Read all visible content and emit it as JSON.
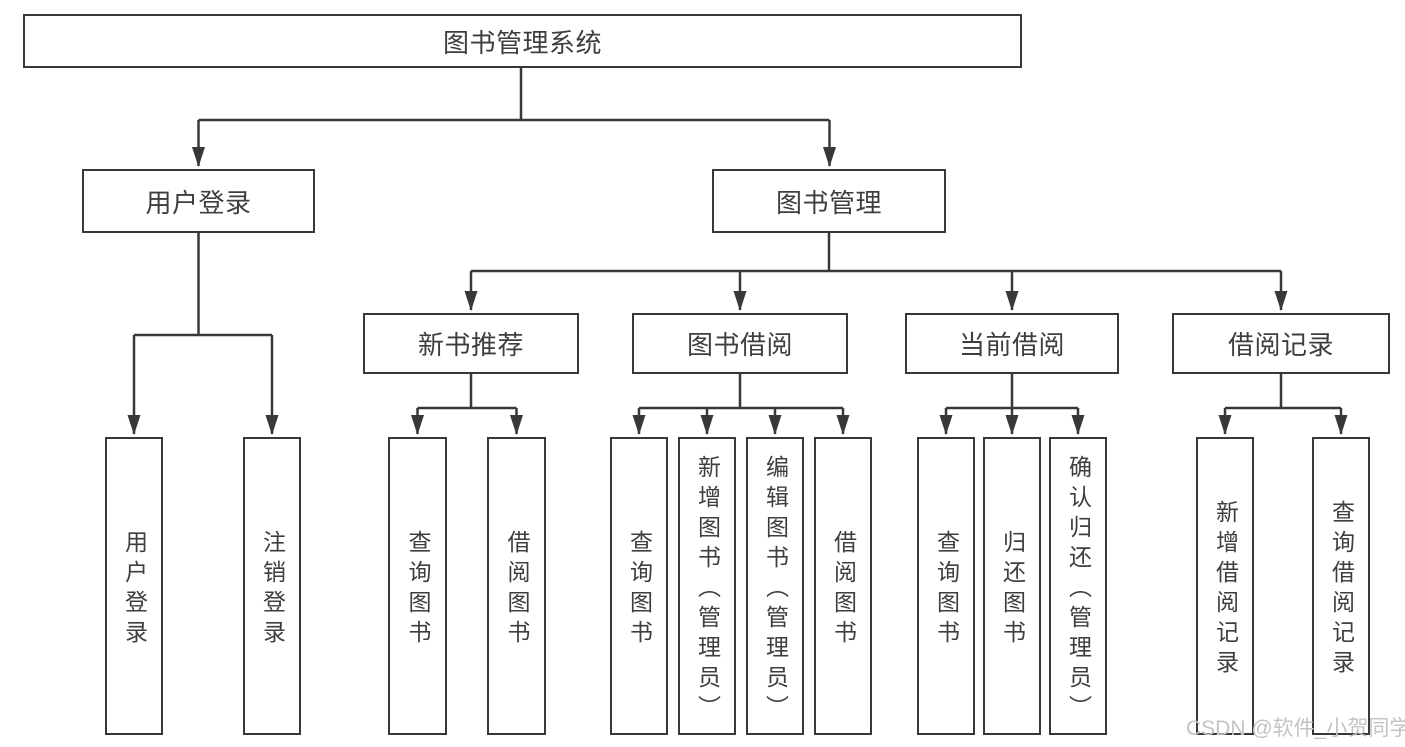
{
  "diagram": {
    "watermark": "CSDN @软件_小贺同学",
    "colors": {
      "line": "#383838",
      "text": "#3e3e3e",
      "watermark": "#c4c4c4",
      "background": "#ffffff"
    },
    "tree": {
      "root": {
        "label": "图书管理系统",
        "children": [
          {
            "label": "用户登录",
            "children": [
              {
                "label": "用户登录"
              },
              {
                "label": "注销登录"
              }
            ]
          },
          {
            "label": "图书管理",
            "children": [
              {
                "label": "新书推荐",
                "children": [
                  {
                    "label": "查询图书"
                  },
                  {
                    "label": "借阅图书"
                  }
                ]
              },
              {
                "label": "图书借阅",
                "children": [
                  {
                    "label": "查询图书"
                  },
                  {
                    "label": "新增图书（管理员）"
                  },
                  {
                    "label": "编辑图书（管理员）"
                  },
                  {
                    "label": "借阅图书"
                  }
                ]
              },
              {
                "label": "当前借阅",
                "children": [
                  {
                    "label": "查询图书"
                  },
                  {
                    "label": "归还图书"
                  },
                  {
                    "label": "确认归还（管理员）"
                  }
                ]
              },
              {
                "label": "借阅记录",
                "children": [
                  {
                    "label": "新增借阅记录"
                  },
                  {
                    "label": "查询借阅记录"
                  }
                ]
              }
            ]
          }
        ]
      }
    }
  }
}
